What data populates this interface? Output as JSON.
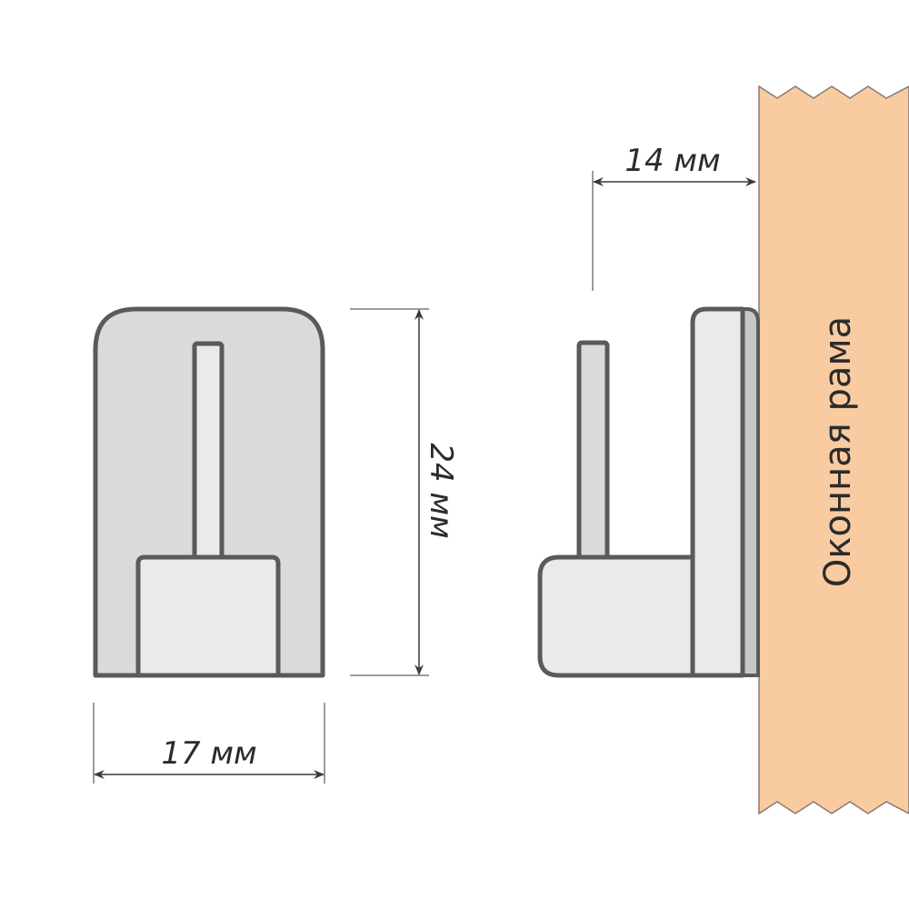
{
  "dimensions": {
    "depth": "14 мм",
    "height": "24 мм",
    "width": "17 мм"
  },
  "wall_label": "Оконная рама",
  "colors": {
    "body": "#d9dada",
    "light": "#e9ebea",
    "adhesive": "#c6c8c7",
    "outline": "#5a5a5a",
    "frame": "#f9cba1"
  }
}
